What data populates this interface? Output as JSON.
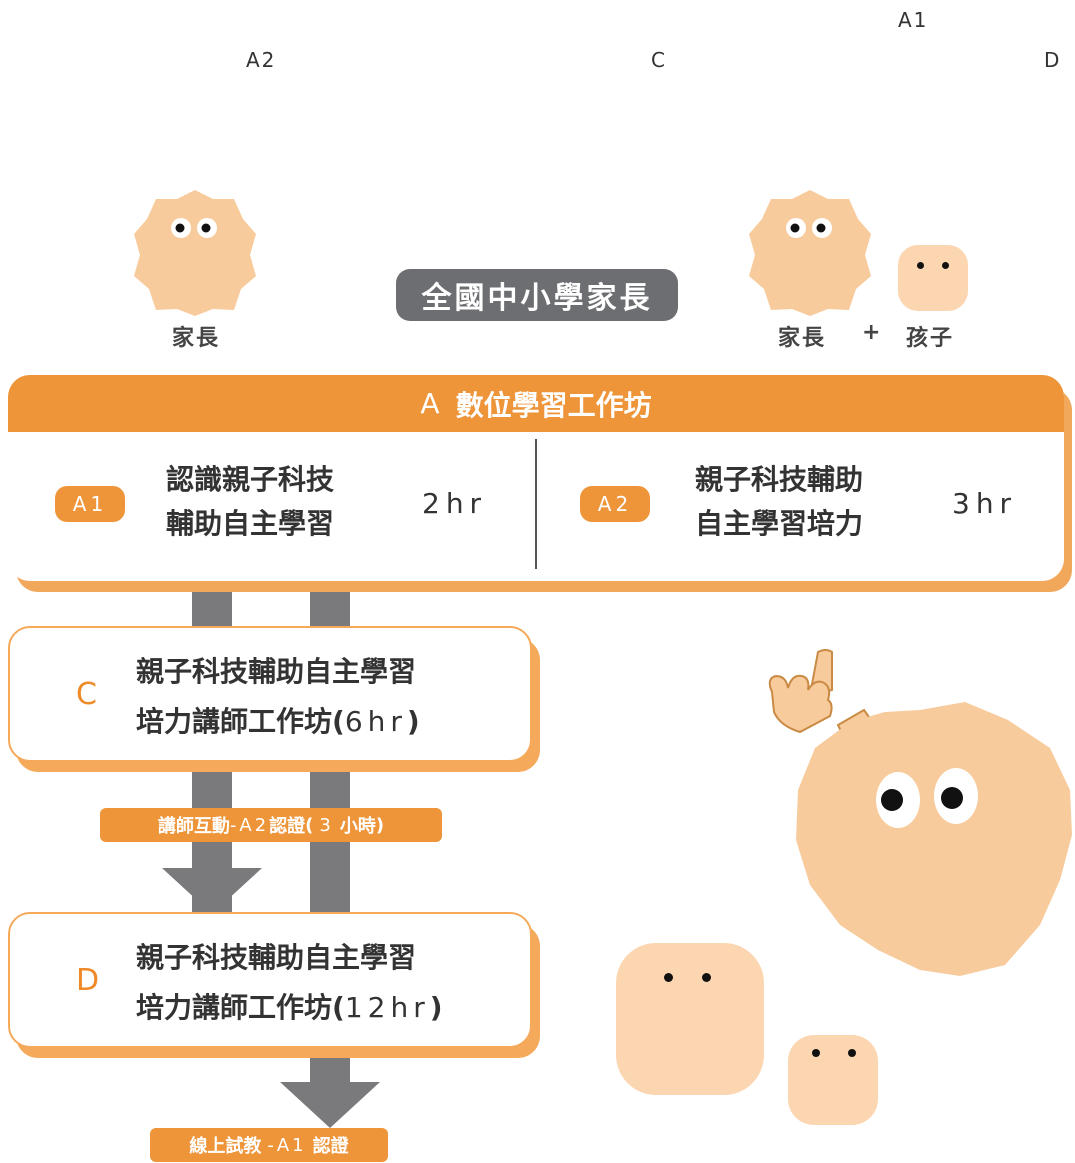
{
  "top_labels": {
    "a1": "A1",
    "a2": "A2",
    "c": "C",
    "d": "D"
  },
  "header_badge": "全國中小學家長",
  "roles": {
    "left": "家長",
    "right_parent": "家長",
    "plus": "+",
    "right_child": "孩子"
  },
  "section_a": {
    "letter": "A",
    "title": "數位學習工作坊",
    "items": [
      {
        "code": "A1",
        "line1": "認識親子科技",
        "line2": "輔助自主學習",
        "hours": "2hr"
      },
      {
        "code": "A2",
        "line1": "親子科技輔助",
        "line2": "自主學習培力",
        "hours": "3hr"
      }
    ]
  },
  "section_c": {
    "letter": "C",
    "line1": "親子科技輔助自主學習",
    "line2": "培力講師工作坊",
    "open": "(",
    "hours": "6hr",
    "close": ")"
  },
  "section_d": {
    "letter": "D",
    "line1": "親子科技輔助自主學習",
    "line2": "培力講師工作坊",
    "open": "(",
    "hours": "12hr",
    "close": ")"
  },
  "label_c_to_d": {
    "text1": "講師互動",
    "dash": "-",
    "cert_code": "A2",
    "text2": "認證",
    "open": "(",
    "num": "3",
    "text3": "小時",
    "close": ")"
  },
  "label_final": {
    "text1": "線上試教",
    "dash": "-",
    "cert_code": "A1",
    "text2": "認證"
  },
  "colors": {
    "orange": "#ee953a",
    "light_orange": "#f5a95a",
    "gray": "#7a7a7c",
    "skin": "#f8cb9c",
    "child_skin": "#fbd6b1",
    "badge": "#6d6e71"
  }
}
